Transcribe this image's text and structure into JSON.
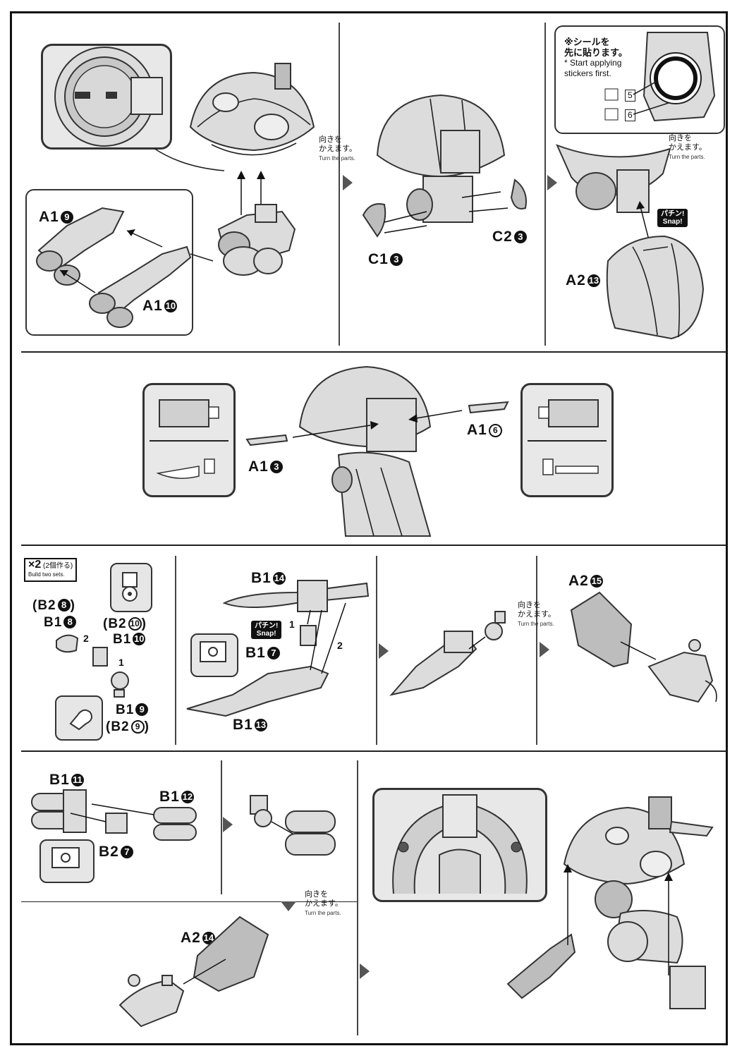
{
  "step1": {
    "labels": {
      "a1_9": "A1",
      "a1_9_num": "9",
      "a1_10": "A1",
      "a1_10_num": "10"
    },
    "turn_jp": "向きを\nかえます。",
    "turn_en": "Turn the parts."
  },
  "step2": {
    "c1": "C1",
    "c1_num": "3",
    "c2": "C2",
    "c2_num": "3"
  },
  "step3": {
    "sticker_jp": "※シールを\n先に貼ります。",
    "sticker_en": "* Start applying\nstickers first.",
    "sticker_a": "5",
    "sticker_b": "6",
    "turn_jp": "向きを\nかえます。",
    "turn_en": "Turn the parts.",
    "snap_jp": "パチン!",
    "snap_en": "Snap!",
    "a2": "A2",
    "a2_num": "13"
  },
  "step4": {
    "a1_3": "A1",
    "a1_3_num": "3",
    "a1_6": "A1",
    "a1_6_num": "6"
  },
  "step5": {
    "x2_num": "2",
    "x2_jp": "(2個作る)",
    "x2_en": "Build two sets.",
    "b2_8": "(B2",
    "b2_8_num": "8",
    "b2_8_close": ")",
    "b1_8": "B1",
    "b1_8_num": "8",
    "b2_10": "(B2",
    "b2_10_num": "10",
    "b2_10_close": ")",
    "b1_10": "B1",
    "b1_10_num": "10",
    "b1_9": "B1",
    "b1_9_num": "9",
    "b2_9": "(B2",
    "b2_9_num": "9",
    "b2_9_close": ")",
    "step_a": "1",
    "step_b": "2"
  },
  "step6": {
    "b1_14": "B1",
    "b1_14_num": "14",
    "snap_jp": "パチン!",
    "snap_en": "Snap!",
    "b1_7": "B1",
    "b1_7_num": "7",
    "b1_13": "B1",
    "b1_13_num": "13",
    "step_a": "1",
    "step_b": "2"
  },
  "step7": {
    "turn_jp": "向きを\nかえます。",
    "turn_en": "Turn the parts.",
    "a2_15": "A2",
    "a2_15_num": "15"
  },
  "step8": {
    "b1_11": "B1",
    "b1_11_num": "11",
    "b1_12": "B1",
    "b1_12_num": "12",
    "b2_7": "B2",
    "b2_7_num": "7",
    "turn_jp": "向きを\nかえます。",
    "turn_en": "Turn the parts.",
    "a2_14": "A2",
    "a2_14_num": "14"
  }
}
